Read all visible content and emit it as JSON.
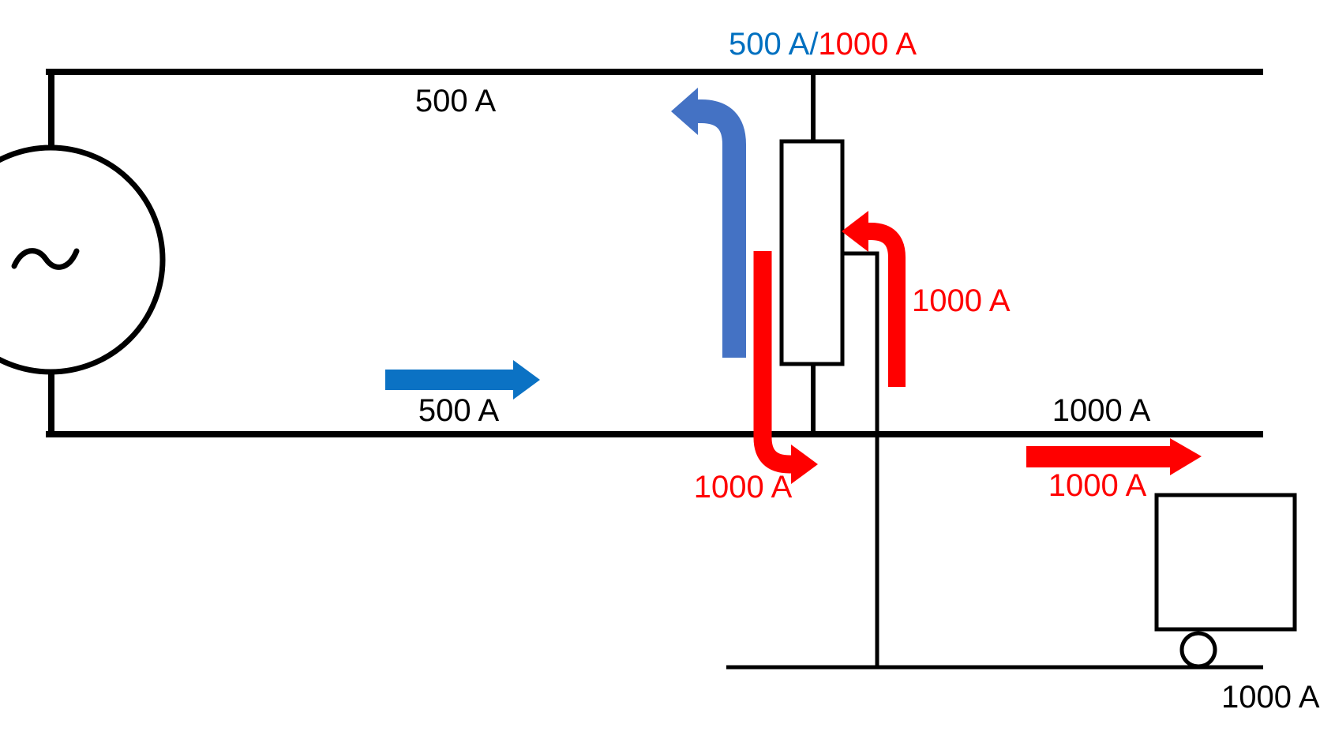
{
  "diagram": {
    "labels": {
      "top_line_current": "500 A",
      "junction_current_blue": "500 A/",
      "junction_current_red": "1000 A",
      "transformer_right_current": "1000 A",
      "mid_line_current": "500 A",
      "transformer_down_current": "1000 A",
      "feeder_current_black": "1000 A",
      "feeder_current_red": "1000 A",
      "rail_current": "1000 A"
    },
    "colors": {
      "black": "#000000",
      "red": "#ff0000",
      "text_blue": "#0070c0",
      "straight_arrow_blue": "#0b72c4",
      "curved_arrow_blue": "#4472c4",
      "background": "#ffffff"
    }
  }
}
